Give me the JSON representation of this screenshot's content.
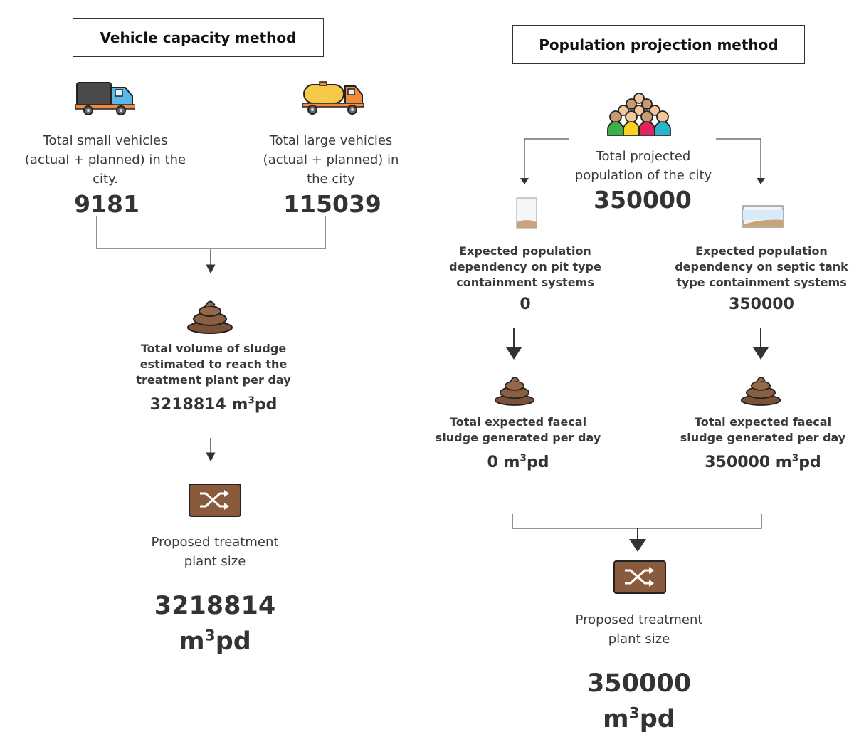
{
  "left": {
    "title": "Vehicle capacity method",
    "small_vehicles": {
      "label": "Total small vehicles (actual + planned) in the city.",
      "value": "9181",
      "icon": "small-truck-icon"
    },
    "large_vehicles": {
      "label": "Total large vehicles (actual + planned) in the city",
      "value": "115039",
      "icon": "tanker-truck-icon"
    },
    "sludge": {
      "label": "Total volume of sludge estimated to reach the treatment plant per day",
      "value": "3218814",
      "unit": "m",
      "unit_sup": "3",
      "unit_tail": "pd",
      "icon": "sludge-icon"
    },
    "plant": {
      "label": "Proposed treatment plant size",
      "value": "3218814",
      "unit": "m",
      "unit_sup": "3",
      "unit_tail": "pd",
      "icon": "treatment-plant-icon"
    }
  },
  "right": {
    "title": "Population projection method",
    "population": {
      "label": "Total projected population of the city",
      "value": "350000",
      "icon": "crowd-icon"
    },
    "pit": {
      "label": "Expected population dependency on pit type containment systems",
      "value": "0",
      "icon": "pit-container-icon"
    },
    "septic": {
      "label": "Expected population dependency on septic tank type containment systems",
      "value": "350000",
      "icon": "septic-tank-icon"
    },
    "pit_sludge": {
      "label": "Total expected faecal sludge generated per day",
      "value": "0",
      "unit": "m",
      "unit_sup": "3",
      "unit_tail": "pd",
      "icon": "sludge-icon"
    },
    "septic_sludge": {
      "label": "Total expected faecal sludge generated per day",
      "value": "350000",
      "unit": "m",
      "unit_sup": "3",
      "unit_tail": "pd",
      "icon": "sludge-icon"
    },
    "plant": {
      "label": "Proposed treatment plant size",
      "value": "350000",
      "unit": "m",
      "unit_sup": "3",
      "unit_tail": "pd",
      "icon": "treatment-plant-icon"
    }
  },
  "colors": {
    "sludge": "#7a5238",
    "plant_box": "#8a5a3c",
    "line": "#333333"
  }
}
